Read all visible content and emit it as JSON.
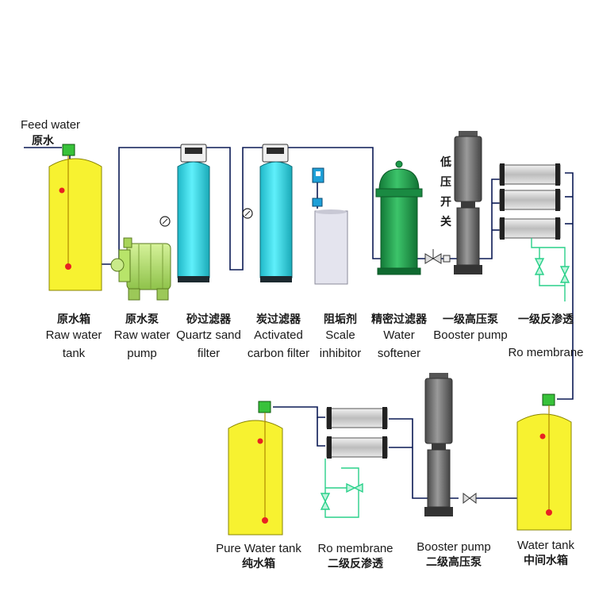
{
  "feed": {
    "en": "Feed water",
    "zh": "原水"
  },
  "switch_label": "低压开关",
  "stage1": [
    {
      "zh": "原水箱",
      "en": [
        "Raw water",
        "tank"
      ]
    },
    {
      "zh": "原水泵",
      "en": [
        "Raw water",
        "pump"
      ]
    },
    {
      "zh": "砂过滤器",
      "en": [
        "Quartz sand",
        "filter"
      ]
    },
    {
      "zh": "炭过滤器",
      "en": [
        "Activated",
        "carbon filter"
      ]
    },
    {
      "zh": "阻垢剂",
      "en": [
        "Scale",
        "inhibitor"
      ]
    },
    {
      "zh": "精密过滤器",
      "en": [
        "Water",
        "softener"
      ]
    },
    {
      "zh": "一级高压泵",
      "en": [
        "Booster pump",
        ""
      ]
    },
    {
      "zh": "一级反渗透",
      "en": [
        "Ro membrane",
        ""
      ]
    }
  ],
  "stage2": [
    {
      "en": "Pure Water tank",
      "zh": "纯水箱"
    },
    {
      "en": "Ro membrane",
      "zh": "二级反渗透"
    },
    {
      "en": "Booster pump",
      "zh": "二级高压泵"
    },
    {
      "en": "Water tank",
      "zh": "中间水箱"
    }
  ],
  "colors": {
    "pipe": "#0b1a55",
    "tank_yellow": "#f7f230",
    "filter_cyan": "#36d8e6",
    "pump_green": "#b8e46a",
    "softener_green": "#1e9a4b",
    "pump_gray": "#6e6e6e",
    "membrane": "#d0d0d0",
    "valve_green": "#2ad08a"
  }
}
